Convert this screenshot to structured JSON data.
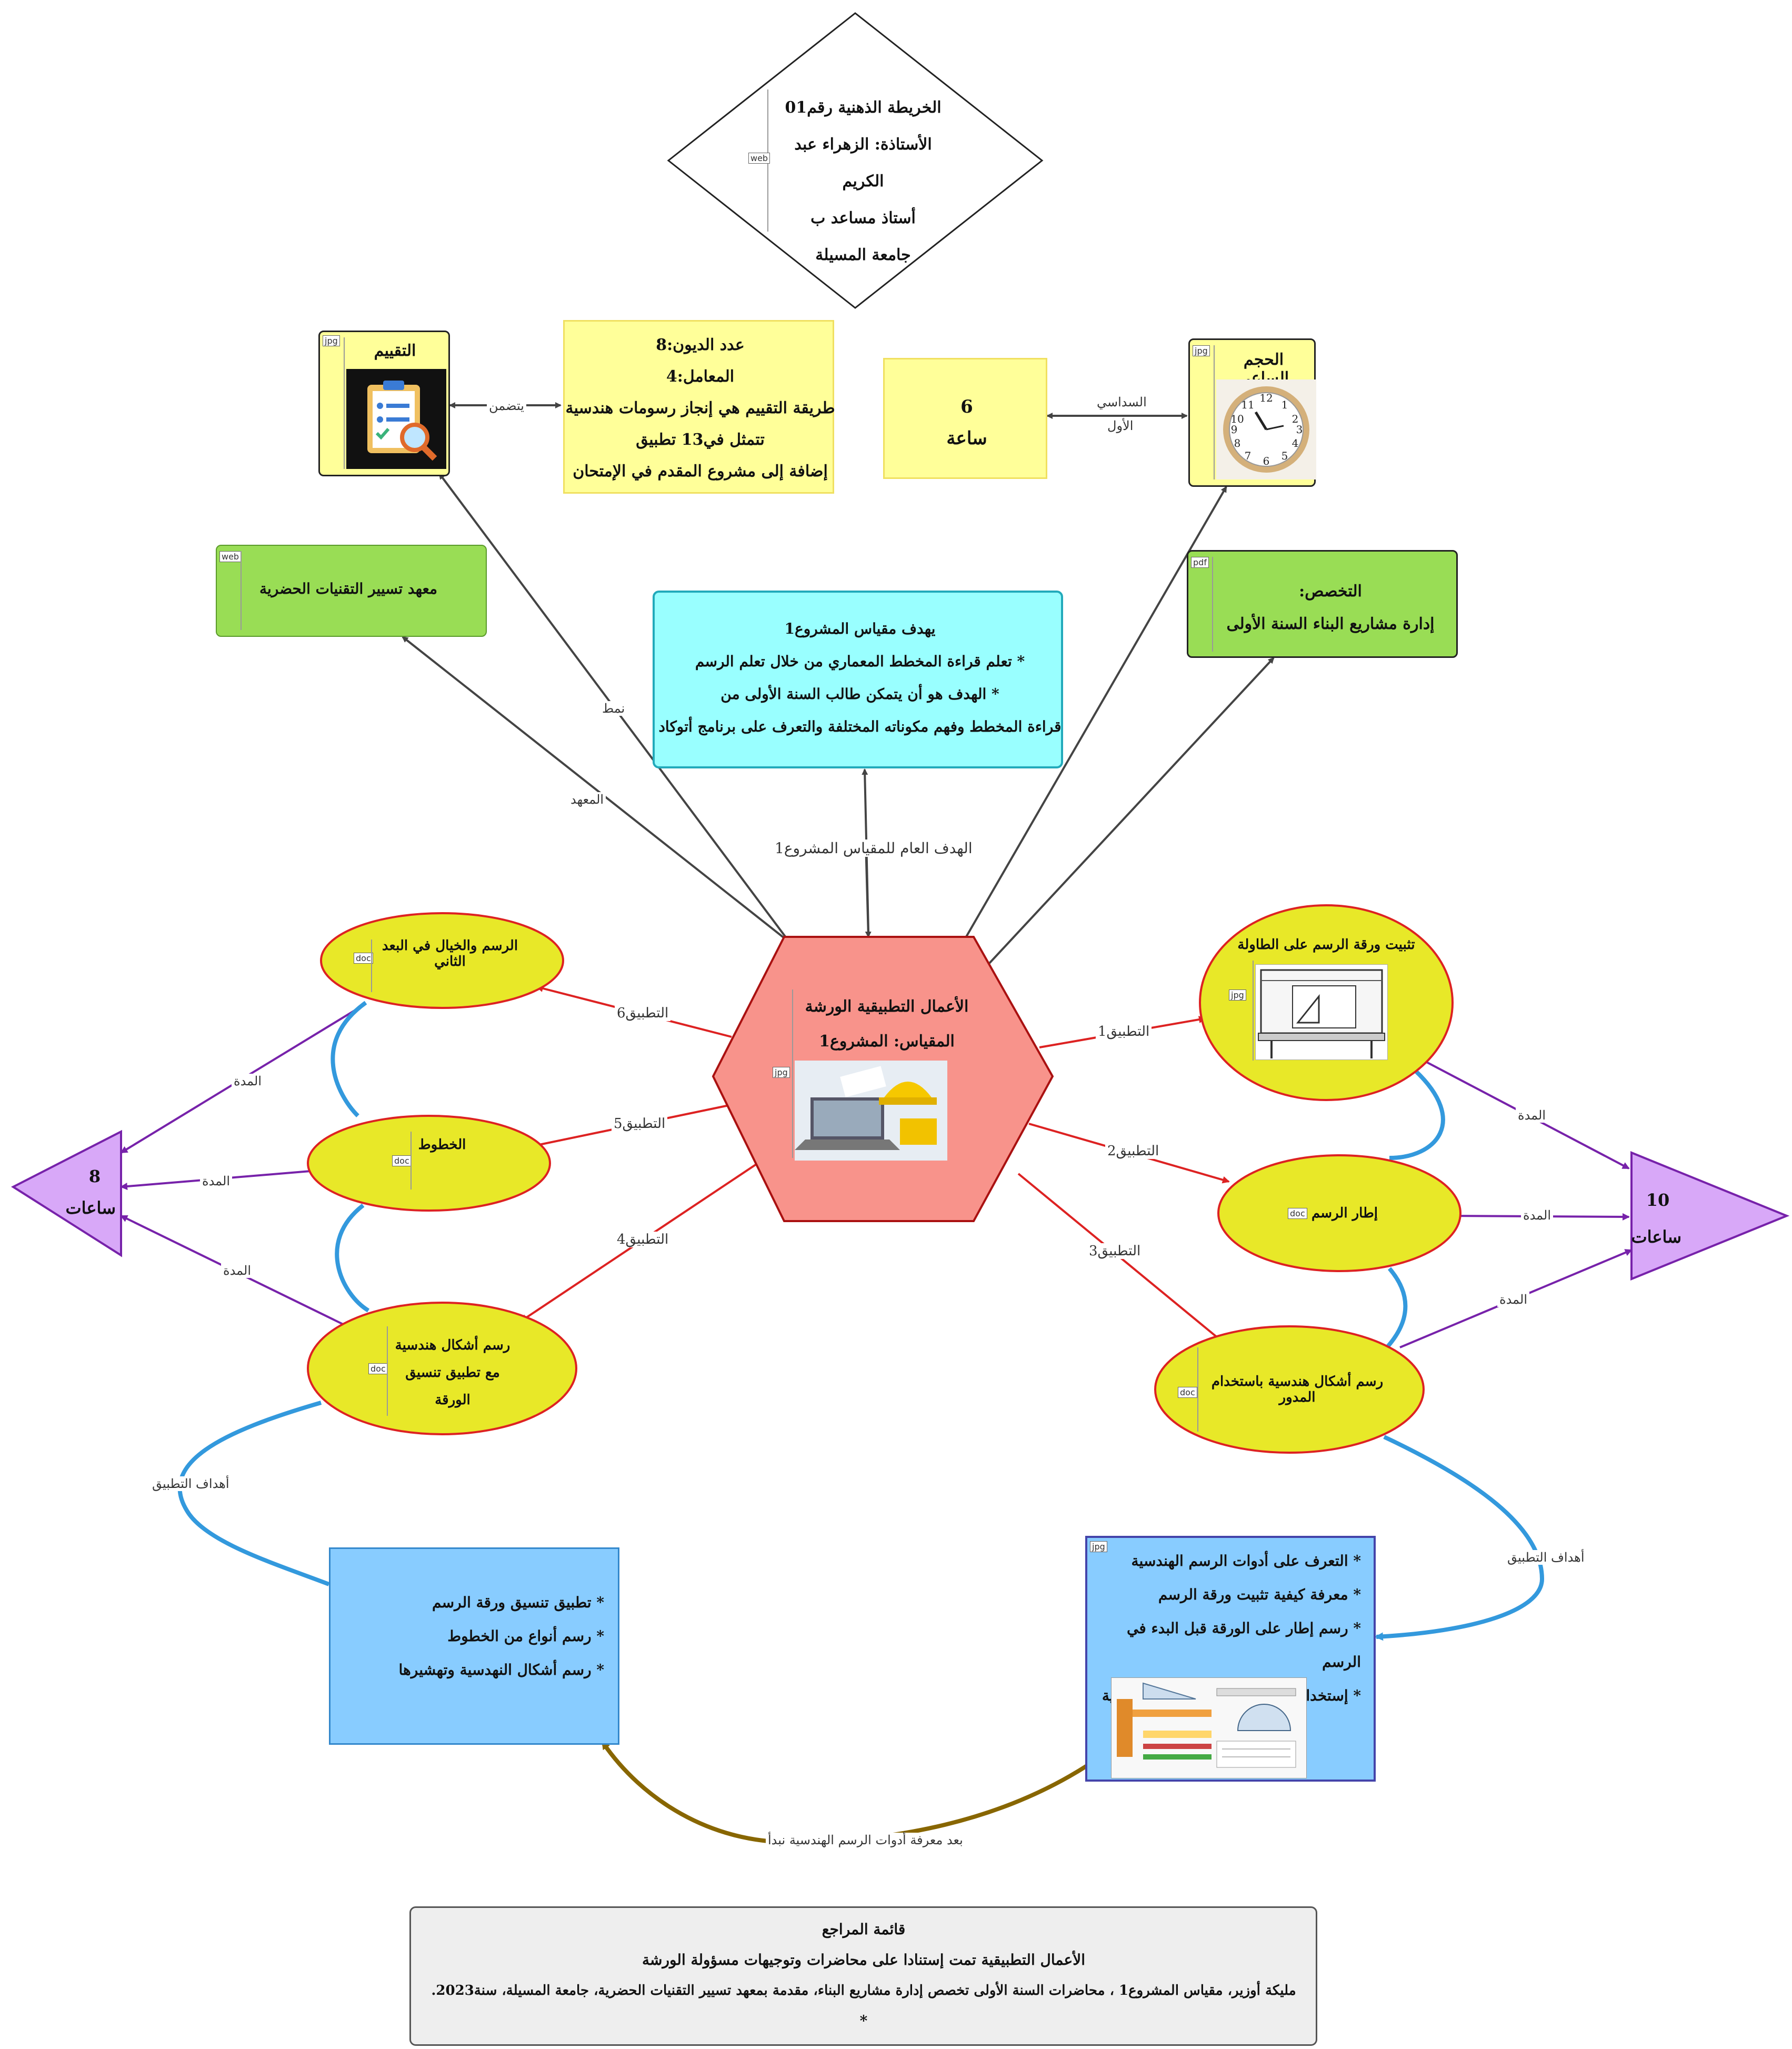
{
  "header": {
    "line1": "الخريطة الذهنية رقم01",
    "line2": "الأستاذة: الزهراء عبد الكريم",
    "line3": "أستاذ مساعد ب",
    "line4": "جامعة المسيلة",
    "tag": "web"
  },
  "evaluation": {
    "title": "التقييم",
    "tag": "jpg"
  },
  "evaluation_details": {
    "line1": "عدد الديون:8",
    "line2": "المعامل:4",
    "line3": "طريقة التقييم هي إنجاز رسومات هندسية",
    "line4": "تتمثل في13 تطبيق",
    "line5": "إضافة إلى مشروع المقدم في الإمتحان"
  },
  "hours_box": {
    "line1": "6",
    "line2": "ساعة"
  },
  "hourly_volume": {
    "title": "الحجم الساعي",
    "tag": "jpg"
  },
  "institute": {
    "title": "معهد تسيير التقنيات الحضرية",
    "tag": "web"
  },
  "objective": {
    "line1": "يهدف مقياس المشروع1",
    "line2": "* تعلم قراءة المخطط المعماري من خلال تعلم الرسم",
    "line3": "* الهدف هو أن يتمكن طالب السنة الأولى من",
    "line4": "قراءة المخطط وفهم مكوناته المختلفة والتعرف على برنامج أتوكاد"
  },
  "specialty": {
    "line1": "التخصص:",
    "line2": "إدارة مشاريع البناء السنة الأولى",
    "tag": "pdf"
  },
  "center": {
    "line1": "الأعمال التطبيقية الورشة",
    "line2": "المقياس: المشروع1",
    "tag": "jpg"
  },
  "right_apps": [
    {
      "title": "تثبيت ورقة الرسم على الطاولة",
      "tag": "jpg"
    },
    {
      "title": "إطار الرسم",
      "tag": "doc"
    },
    {
      "title": "رسم أشكال هندسية باستخدام المدور",
      "tag": "doc"
    }
  ],
  "left_apps": [
    {
      "title": "الرسم والخيال في البعد الثاني",
      "tag": "doc"
    },
    {
      "title": "الخطوط",
      "tag": "doc"
    },
    {
      "title": "رسم أشكال هندسية",
      "title2": "مع تطبيق تنسيق الورقة",
      "tag": "doc"
    }
  ],
  "left_triangle": {
    "num": "8",
    "unit": "ساعات"
  },
  "right_triangle": {
    "num": "10",
    "unit": "ساعات"
  },
  "right_goals": {
    "tag": "jpg",
    "items": [
      "* التعرف على أدوات الرسم الهندسية",
      "* معرفة كيفية تثبيت ورقة الرسم",
      "* رسم إطار على الورقة قبل البدء في الرسم",
      "* إستخدام المدور لرسم الأشكال الهندسية"
    ]
  },
  "left_goals": {
    "items": [
      "* تطبيق تنسيق ورقة الرسم",
      "* رسم أنواع من الخطوط",
      "* رسم أشكال النهدسية وتهشيرها"
    ]
  },
  "references": {
    "line1": "قائمة المراجع",
    "line2": "الأعمال التطبيقية تمت إستنادا على محاضرات وتوجيهات مسؤولة الورشة",
    "line3": "مليكة أوزير، مقياس المشروع1 ، محاضرات السنة الأولى تخصص إدارة مشاريع البناء، مقدمة بمعهد تسيير التقنيات الحضرية، جامعة المسيلة، سنة2023.",
    "line4": "*"
  },
  "edge_labels": {
    "includes": "يتضمن",
    "semester": "السداسي",
    "first": "الأول",
    "pattern": "نمط",
    "institute": "المعهد",
    "general_goal": "الهدف العام للمقياس المشروع1",
    "app1": "التطبيق1",
    "app2": "التطبيق2",
    "app3": "التطبيق3",
    "app4": "التطبيق4",
    "app5": "التطبيق5",
    "app6": "التطبيق6",
    "duration": "المدة",
    "app_goals": "أهداف التطبيق",
    "after_knowing": "بعد معرفة أدوات الرسم الهندسية نبدأ"
  },
  "colors": {
    "yellow_box": "#ffff99",
    "green_box": "#99dd55",
    "cyan_box": "#99ffff",
    "center_hex": "#f8938b",
    "ellipse": "#e8e828",
    "triangle": "#d8a8f8",
    "blue_box": "#88ccff",
    "gray_box": "#eeeeee",
    "red_edge": "#dd2222",
    "purple_edge": "#7722aa",
    "blue_edge": "#3399dd",
    "brown_edge": "#886600"
  }
}
